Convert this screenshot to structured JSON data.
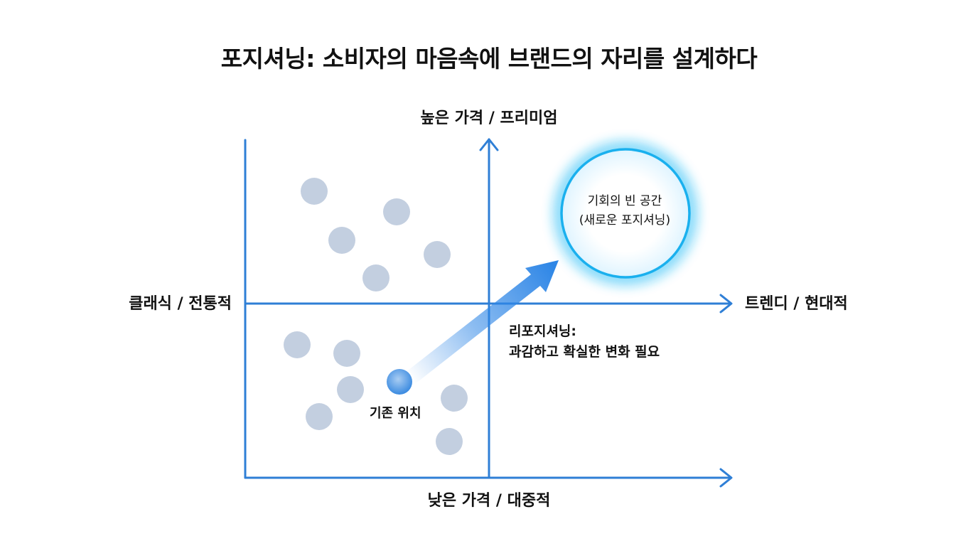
{
  "title": "포지셔닝: 소비자의 마음속에 브랜드의 자리를 설계하다",
  "axes": {
    "top": "높은 가격 / 프리미엄",
    "bottom": "낮은 가격 / 대중적",
    "left": "클래식 / 전통적",
    "right": "트렌디 / 현대적"
  },
  "target": {
    "line1": "기회의 빈 공간",
    "line2": "(새로운 포지셔닝)"
  },
  "reposition": {
    "line1": "리포지셔닝:",
    "line2": "과감하고 확실한 변화 필요"
  },
  "current_position_label": "기존 위치",
  "colors": {
    "axis": "#2f7fd6",
    "competitor_dot": "#c3cfe0",
    "arrow": "#2e86e6",
    "target_glow": "#19b8f5"
  }
}
